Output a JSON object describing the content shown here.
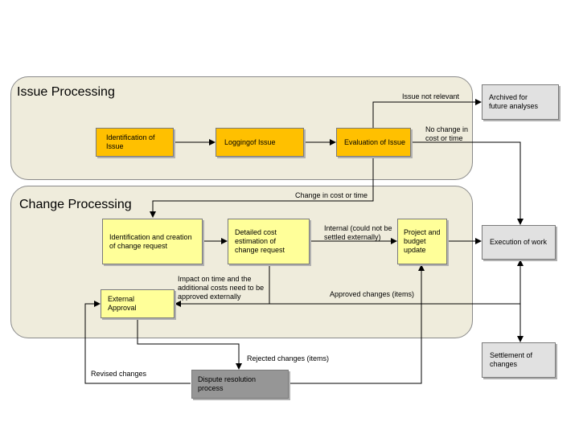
{
  "panels": {
    "issue_title": "Issue Processing",
    "change_title": "Change Processing"
  },
  "boxes": {
    "identification_issue": "Identification of Issue",
    "logging_issue": "Loggingof Issue",
    "evaluation_issue": "Evaluation of Issue",
    "archived": "Archived for\nfuture analyses",
    "identification_change": "Identification and creation\nof change request",
    "detailed_cost": "Detailed cost\nestimation of\nchange request",
    "project_budget": "Project and\nbudget\nupdate",
    "execution": "Execution of work",
    "external_approval": "External\nApproval",
    "settlement": "Settlement of\nchanges",
    "dispute": "Dispute resolution\nprocess"
  },
  "labels": {
    "issue_not_relevant": "Issue not relevant",
    "no_change": "No change in\ncost or time",
    "change_cost_time": "Change in cost or time",
    "internal": "Internal (could not be\nsettled externally)",
    "impact": "Impact on time and the\nadditional costs need to be\napproved externally",
    "approved_changes": "Approved changes (items)",
    "rejected_changes": "Rejected changes (items)",
    "revised_changes": "Revised changes"
  }
}
